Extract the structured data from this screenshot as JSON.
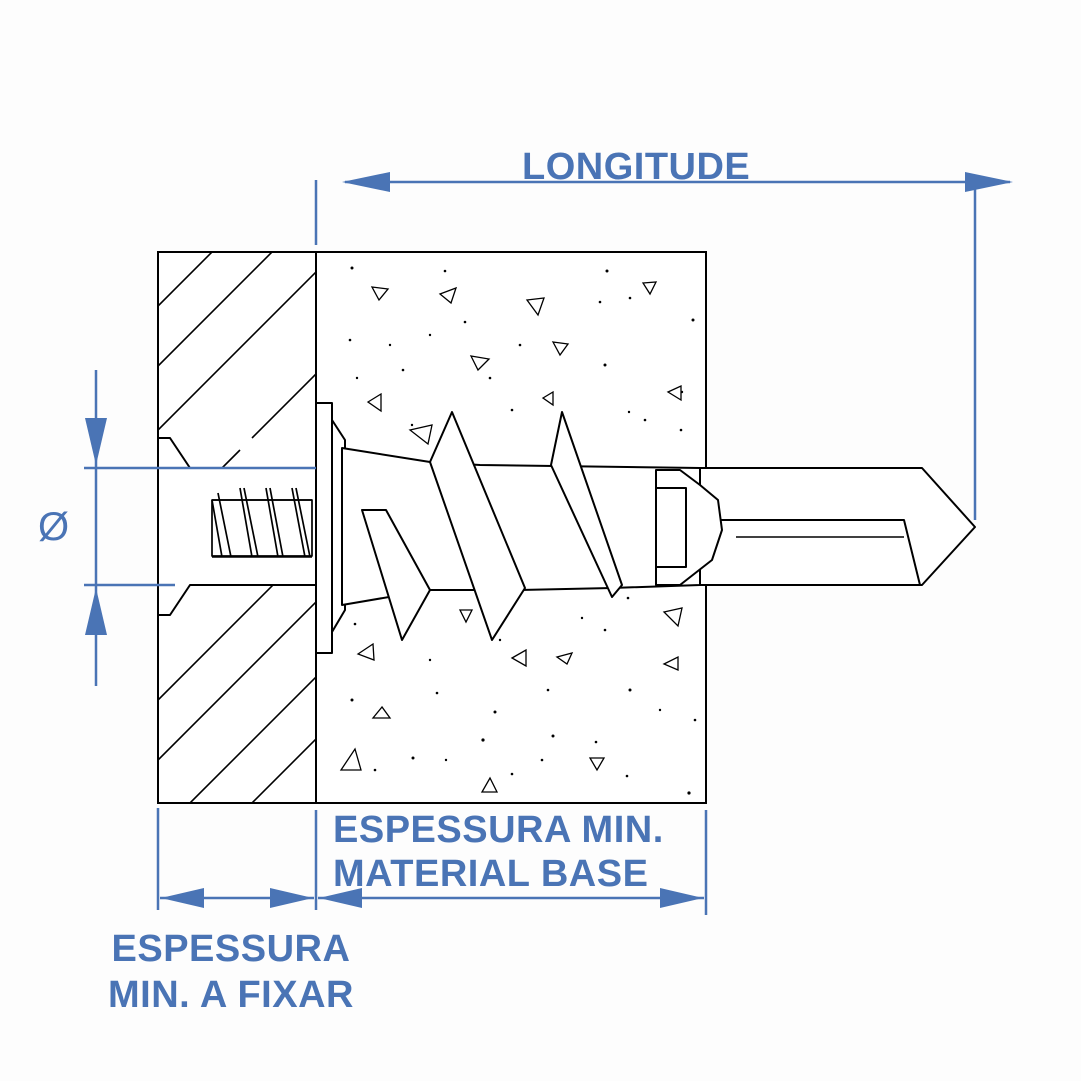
{
  "labels": {
    "longitude": "LONGITUDE",
    "diameter": "Ø",
    "base_line1": "ESPESSURA MIN.",
    "base_line2": "MATERIAL BASE",
    "fix_line1": "ESPESSURA",
    "fix_line2": "MIN. A FIXAR"
  },
  "colors": {
    "dimension": "#4a74b5",
    "outline": "#000000",
    "fill": "#ffffff"
  }
}
